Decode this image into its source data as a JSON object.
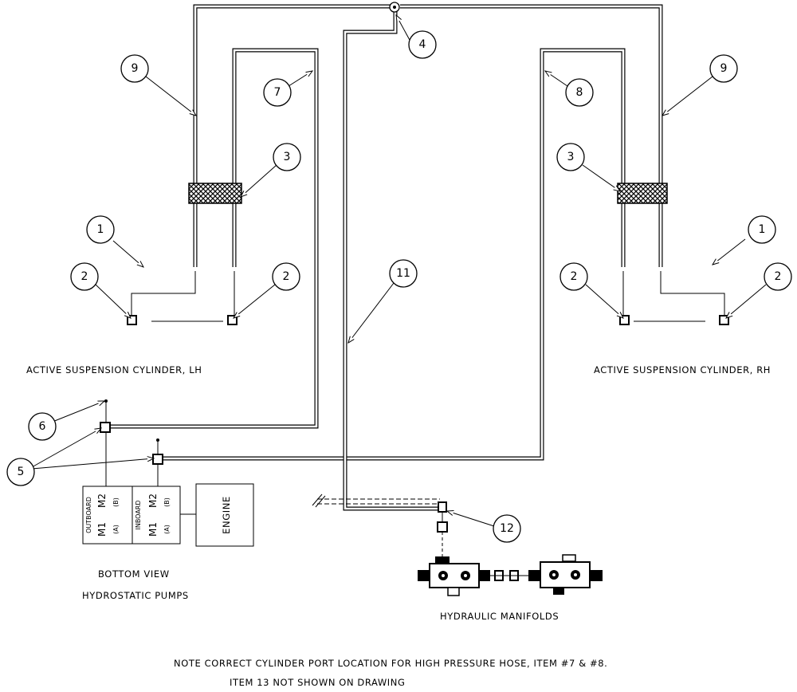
{
  "labels": {
    "cyl_lh": "ACTIVE SUSPENSION CYLINDER, LH",
    "cyl_rh": "ACTIVE SUSPENSION CYLINDER, RH",
    "bottom_view": "BOTTOM VIEW",
    "pumps": "HYDROSTATIC PUMPS",
    "manifolds": "HYDRAULIC MANIFOLDS",
    "engine": "ENGINE",
    "note1": "NOTE CORRECT CYLINDER PORT LOCATION FOR HIGH PRESSURE HOSE, ITEM #7 & #8.",
    "note2": "ITEM 13 NOT SHOWN ON DRAWING"
  },
  "pump_labels": {
    "outboard": "OUTBOARD",
    "inboard": "INBOARD",
    "m1": "M1",
    "m2": "M2",
    "a": "(A)",
    "b": "(B)"
  },
  "callouts": {
    "c1l": "1",
    "c1r": "1",
    "c2a": "2",
    "c2b": "2",
    "c2c": "2",
    "c2d": "2",
    "c3l": "3",
    "c3r": "3",
    "c4": "4",
    "c5": "5",
    "c6": "6",
    "c7": "7",
    "c8": "8",
    "c9l": "9",
    "c9r": "9",
    "c11": "11",
    "c12": "12"
  }
}
